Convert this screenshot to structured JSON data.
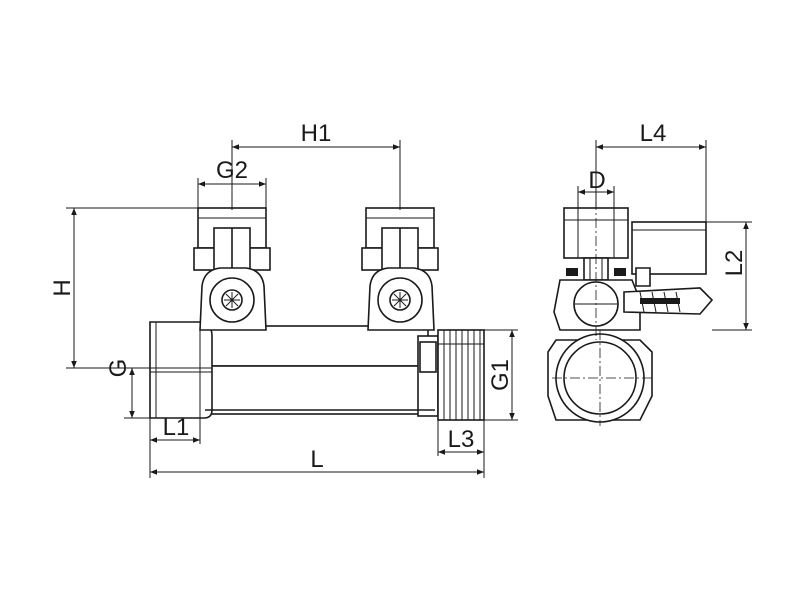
{
  "dimensions": {
    "H1": "H1",
    "G2": "G2",
    "H": "H",
    "G": "G",
    "G1": "G1",
    "L1": "L1",
    "L3": "L3",
    "L": "L",
    "L4": "L4",
    "D": "D",
    "L2": "L2"
  }
}
